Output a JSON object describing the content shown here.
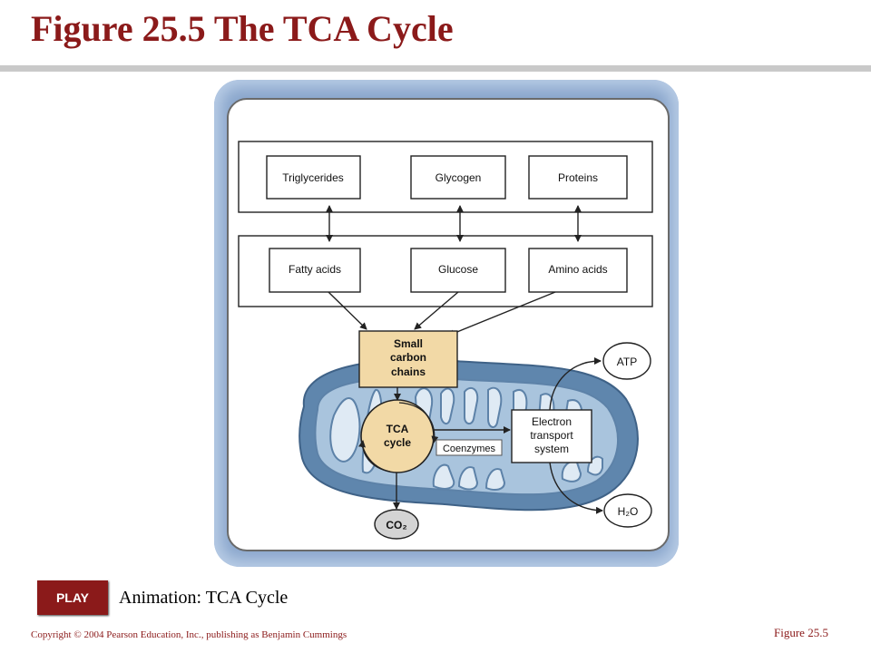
{
  "slide": {
    "title": "Figure 25.5  The TCA Cycle",
    "play_label": "PLAY",
    "animation_label": "Animation: TCA Cycle",
    "copyright": "Copyright © 2004 Pearson Education, Inc., publishing as Benjamin Cummings",
    "figure_ref": "Figure 25.5"
  },
  "diagram": {
    "storage": [
      "Triglycerides",
      "Glycogen",
      "Proteins"
    ],
    "monomers": [
      "Fatty acids",
      "Glucose",
      "Amino acids"
    ],
    "small_carbon_chains": [
      "Small",
      "carbon",
      "chains"
    ],
    "tca_cycle": [
      "TCA",
      "cycle"
    ],
    "coenzymes": "Coenzymes",
    "electron_transport": [
      "Electron",
      "transport",
      "system"
    ],
    "atp": "ATP",
    "water": "H₂O",
    "co2": "CO₂"
  },
  "colors": {
    "title": "#8b1a1a",
    "tan_box": "#f2d9a6",
    "mito_blue": "#5f86ad",
    "mito_light": "#a9c4dd",
    "frame_blue": "#8aa6cc"
  }
}
